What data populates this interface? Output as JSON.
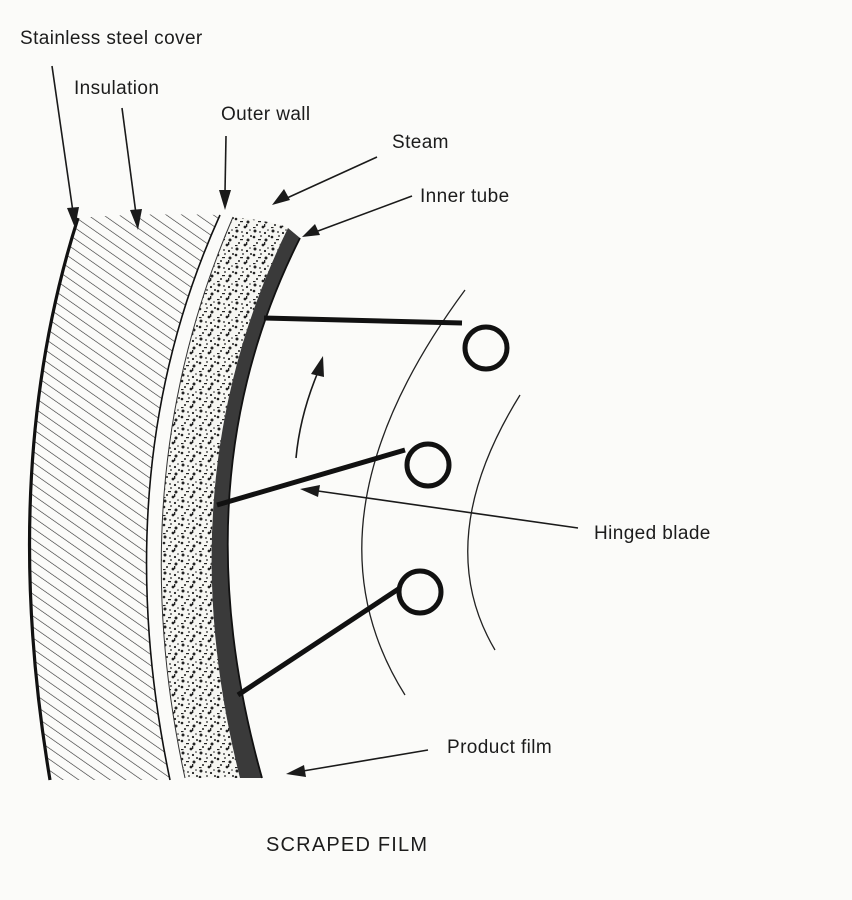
{
  "labels": {
    "stainless_steel_cover": "Stainless steel cover",
    "insulation": "Insulation",
    "outer_wall": "Outer wall",
    "steam": "Steam",
    "inner_tube": "Inner tube",
    "hinged_blade": "Hinged blade",
    "product_film": "Product film"
  },
  "caption": "SCRAPED FILM",
  "colors": {
    "ink": "#1a1a1a",
    "paper": "#fbfbf9",
    "product_film": "#6b6b6b"
  }
}
